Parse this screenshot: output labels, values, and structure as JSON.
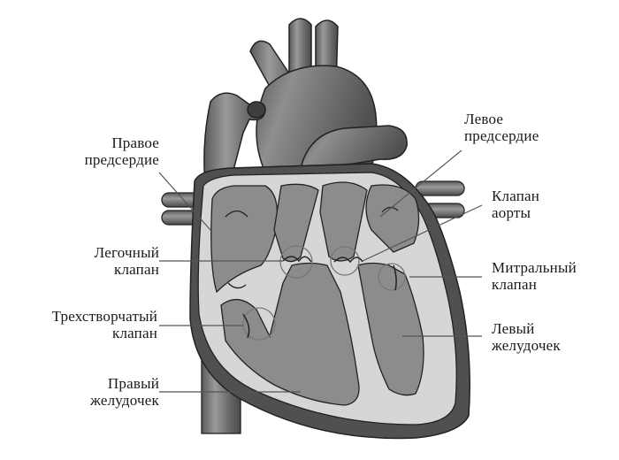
{
  "figure": {
    "subject": "Human heart cross-section (frontal view)",
    "labels": {
      "right_atrium": [
        "Правое",
        "предсердие"
      ],
      "pulmonary_valve": [
        "Легочный",
        "клапан"
      ],
      "tricuspid_valve": [
        "Трехстворчатый",
        "клапан"
      ],
      "right_ventricle": [
        "Правый",
        "желудочек"
      ],
      "left_atrium": [
        "Левое",
        "предсердие"
      ],
      "aortic_valve": [
        "Клапан",
        "аорты"
      ],
      "mitral_valve": [
        "Митральный",
        "клапан"
      ],
      "left_ventricle": [
        "Левый",
        "желудочек"
      ]
    },
    "colors": {
      "vessel": "#6e6e6e",
      "vessel_dark": "#4a4a4a",
      "chamber": "#8c8c8c",
      "wall": "#d9d9d9",
      "outline": "#222222",
      "leader": "#555555"
    }
  }
}
